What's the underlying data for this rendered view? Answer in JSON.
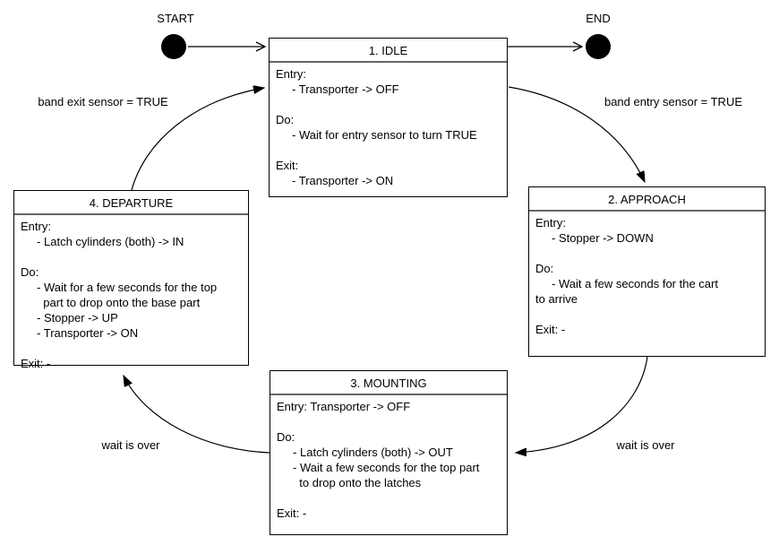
{
  "diagram": {
    "start_label": "START",
    "end_label": "END",
    "states": [
      {
        "title": "1. IDLE",
        "body": "Entry:\n     - Transporter -> OFF\n\nDo:\n     - Wait for entry sensor to turn TRUE\n\nExit:\n     - Transporter -> ON"
      },
      {
        "title": "2. APPROACH",
        "body": "Entry:\n     - Stopper -> DOWN\n\nDo:\n     - Wait a few seconds for the cart\nto arrive\n\nExit: -"
      },
      {
        "title": "3. MOUNTING",
        "body": "Entry: Transporter -> OFF\n\nDo:\n     - Latch cylinders (both) -> OUT\n     - Wait a few seconds for the top part\n       to drop onto the latches\n\nExit: -"
      },
      {
        "title": "4. DEPARTURE",
        "body": "Entry:\n     - Latch cylinders (both) -> IN\n\nDo:\n     - Wait for a few seconds for the top\n       part to drop onto the base part\n     - Stopper -> UP\n     - Transporter -> ON\n\nExit: -"
      }
    ],
    "transitions": [
      {
        "from": "1. IDLE",
        "to": "2. APPROACH",
        "label": "band entry sensor = TRUE"
      },
      {
        "from": "2. APPROACH",
        "to": "3. MOUNTING",
        "label": "wait is over"
      },
      {
        "from": "3. MOUNTING",
        "to": "4. DEPARTURE",
        "label": "wait is over"
      },
      {
        "from": "4. DEPARTURE",
        "to": "1. IDLE",
        "label": "band exit sensor = TRUE"
      }
    ],
    "colors": {
      "line": "#000000",
      "background": "#ffffff",
      "title_separator": "#666666"
    }
  }
}
